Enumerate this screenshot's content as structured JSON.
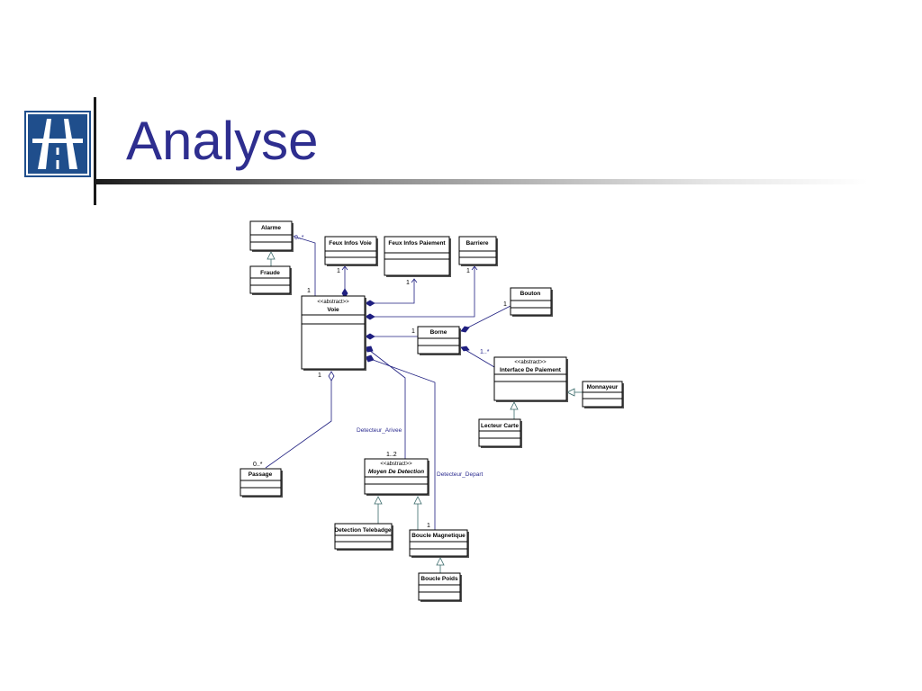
{
  "slide": {
    "title": "Analyse"
  },
  "logo": {
    "icon": "highway-sign-icon",
    "background": "#1f4e8c",
    "foreground": "#ffffff"
  },
  "diagram": {
    "classes": {
      "alarme": {
        "name": "Alarme"
      },
      "fraude": {
        "name": "Fraude"
      },
      "feux_infos_voie": {
        "name": "Feux Infos Voie"
      },
      "feux_infos_paiement": {
        "name": "Feux Infos Paiement"
      },
      "barriere": {
        "name": "Barriere"
      },
      "voie": {
        "stereotype": "<<abstract>>",
        "name": "Voie"
      },
      "bouton": {
        "name": "Bouton"
      },
      "borne": {
        "name": "Borne"
      },
      "interface_paiement": {
        "stereotype": "<<abstract>>",
        "name": "Interface De Paiement"
      },
      "monnayeur": {
        "name": "Monnayeur"
      },
      "lecteur_carte": {
        "name": "Lecteur Carte"
      },
      "passage": {
        "name": "Passage"
      },
      "moyen_detection": {
        "stereotype": "<<abstract>>",
        "name": "Moyen De Detection"
      },
      "detection_telebadge": {
        "name": "Detection Telebadge"
      },
      "boucle_magnetique": {
        "name": "Boucle Magnetique"
      },
      "boucle_poids": {
        "name": "Boucle Poids"
      }
    },
    "multiplicities": {
      "alarme_voie_alarme": "0..*",
      "alarme_voie_voie": "1",
      "feux_infos_voie": "1",
      "feux_infos_paiement": "1",
      "barriere": "1",
      "bouton": "1",
      "borne": "1",
      "interface": "1..*",
      "voie_passage_voie": "1",
      "passage": "0..*",
      "moyen_detection": "1..2",
      "boucle_magnetique": "1"
    },
    "roles": {
      "detecteur_arrivee": "Detecteur_Arivee",
      "detecteur_depart": "Detecteur_Depart"
    }
  }
}
